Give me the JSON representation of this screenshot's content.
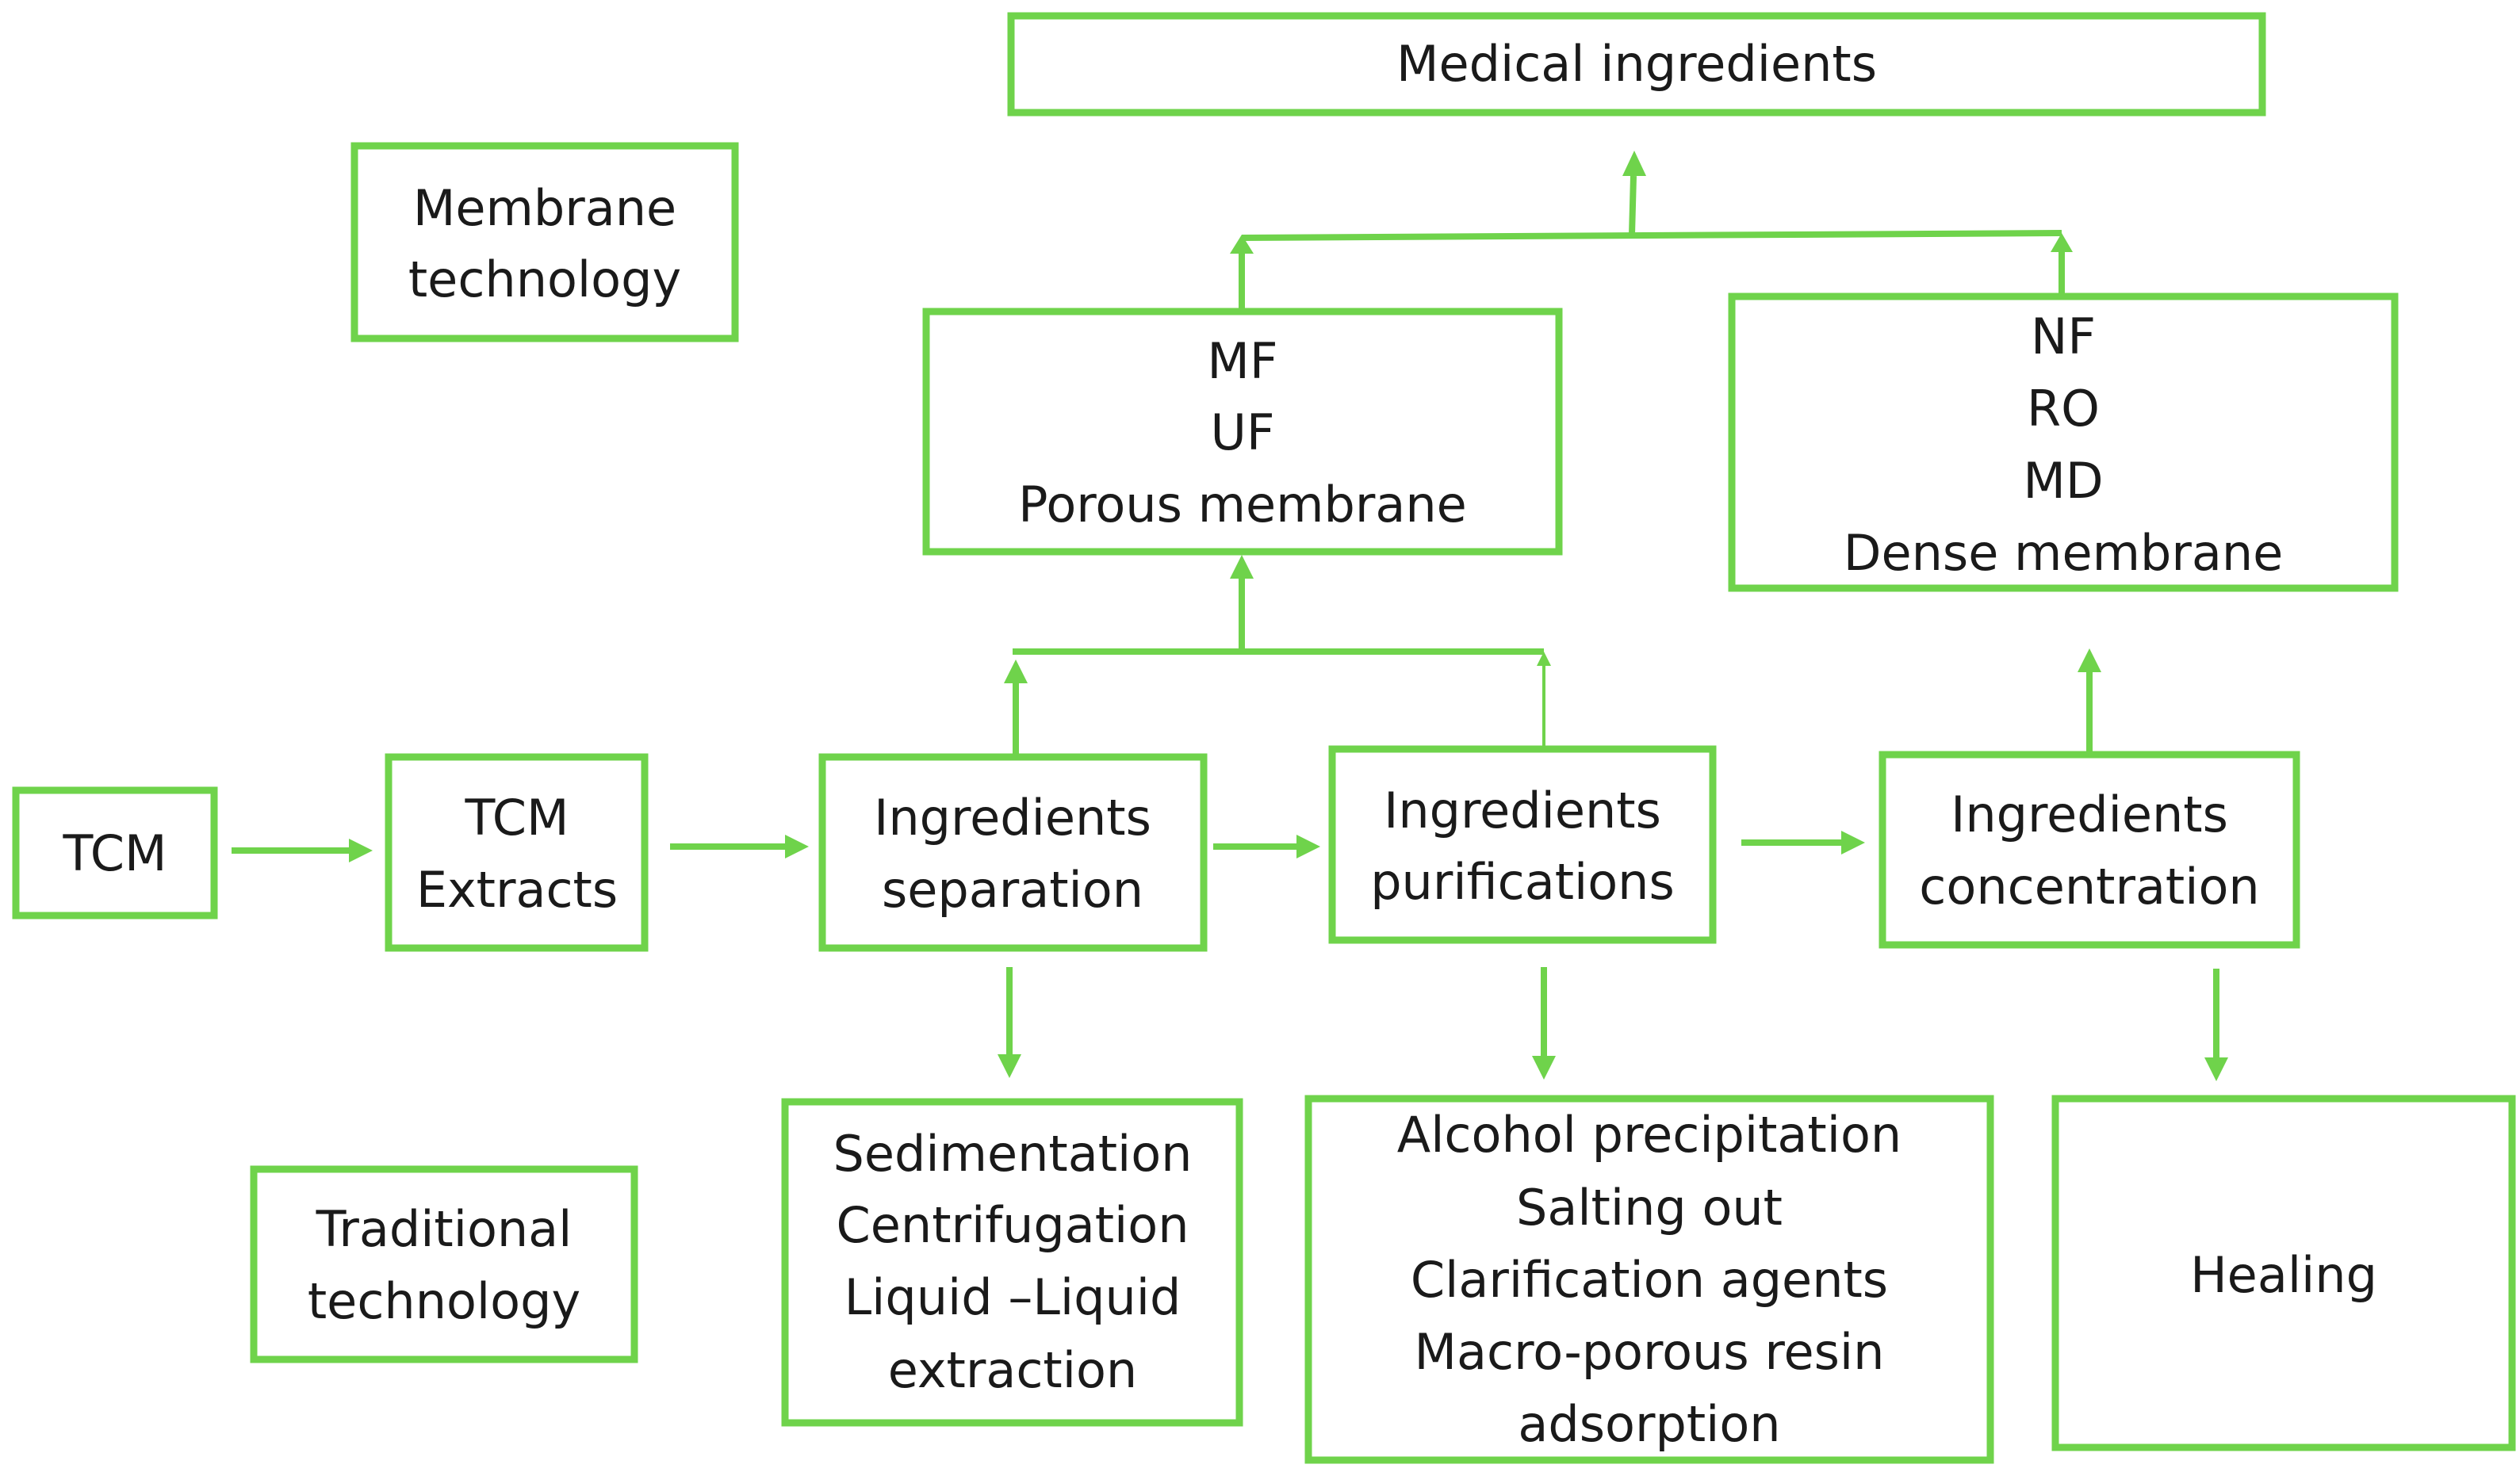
{
  "diagram": {
    "accent_color": "#6fd34b",
    "nodes": {
      "medical_ingredients": "Medical ingredients",
      "membrane_technology": [
        "Membrane",
        "technology"
      ],
      "porous_membrane": [
        "MF",
        "UF",
        "Porous membrane"
      ],
      "dense_membrane": [
        "NF",
        "RO",
        "MD",
        "Dense membrane"
      ],
      "tcm": "TCM",
      "tcm_extracts": [
        "TCM",
        "Extracts"
      ],
      "ingredients_separation": [
        "Ingredients",
        "separation"
      ],
      "ingredients_purifications": [
        "Ingredients",
        "purifications"
      ],
      "ingredients_concentration": [
        "Ingredients",
        "concentration"
      ],
      "traditional_technology": [
        "Traditional",
        "technology"
      ],
      "separation_methods": [
        "Sedimentation",
        "Centrifugation",
        "Liquid –Liquid",
        "extraction"
      ],
      "purification_methods": [
        "Alcohol precipitation",
        "Salting out",
        "Clarification agents",
        "Macro-porous resin",
        "adsorption"
      ],
      "healing": "Healing"
    }
  }
}
